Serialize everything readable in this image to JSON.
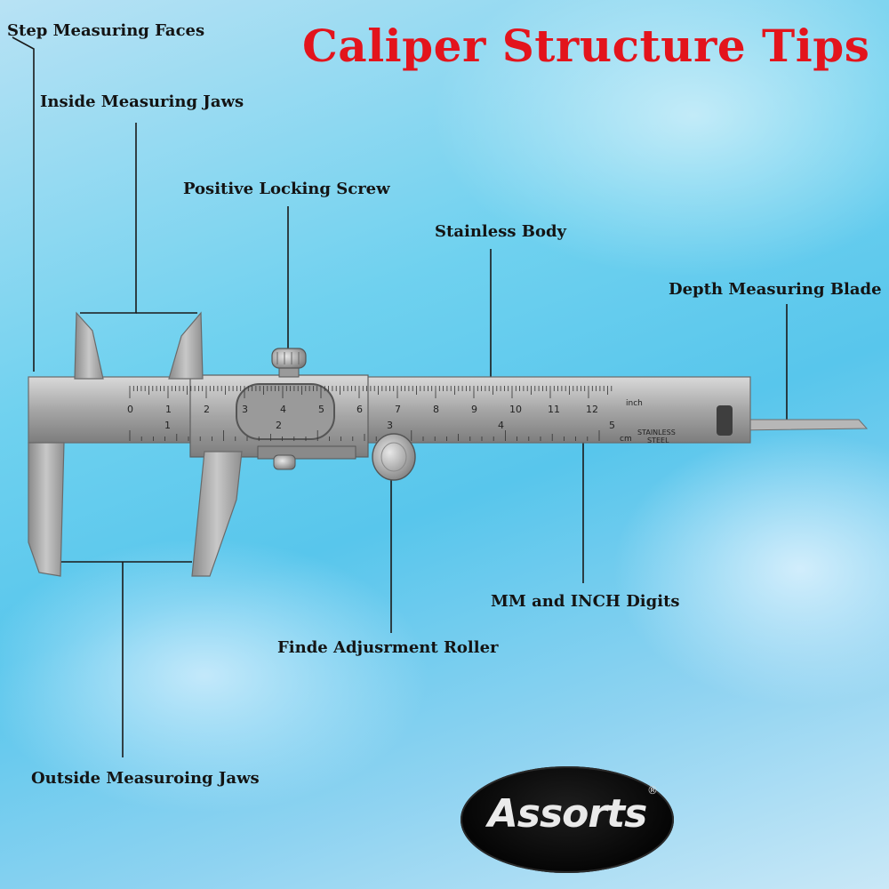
{
  "title": "Caliper Structure Tips",
  "labels": {
    "step_measuring_faces": "Step Measuring Faces",
    "inside_measuring_jaws": "Inside Measuring Jaws",
    "positive_locking_screw": "Positive Locking Screw",
    "stainless_body": "Stainless Body",
    "depth_measuring_blade": "Depth Measuring Blade",
    "mm_inch_digits": "MM and INCH Digits",
    "fine_adjustment_roller": "Finde Adjusrment Roller",
    "outside_measuring_jaws": "Outside Measuroing Jaws"
  },
  "caliper": {
    "inch_label": "inch",
    "cm_label": "cm",
    "stainless_line1": "STAINLESS",
    "stainless_line2": "STEEL",
    "mm_numbers": [
      "0",
      "1",
      "2",
      "3",
      "4",
      "5",
      "6",
      "7",
      "8",
      "9",
      "10",
      "11",
      "12"
    ],
    "inch_numbers": [
      "1",
      "2",
      "3",
      "4",
      "5"
    ]
  },
  "logo": {
    "text": "Assorts",
    "registered_mark": "®"
  },
  "colors": {
    "title": "#e3141c",
    "label_text": "#141414",
    "leader_line": "#1a1a1a",
    "steel": "#a9a9a9"
  }
}
